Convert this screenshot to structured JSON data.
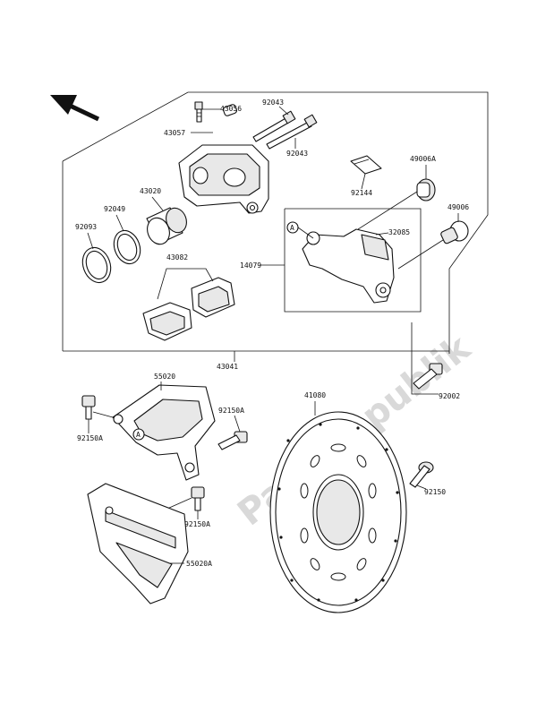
{
  "watermark": "PartsRepublik",
  "callouts": {
    "c43056": "43056",
    "c43057": "43057",
    "c92043a": "92043",
    "c92043b": "92043",
    "c43020": "43020",
    "c92049": "92049",
    "c92093": "92093",
    "c92144": "92144",
    "c49006a": "49006A",
    "c49006": "49006",
    "c32085": "32085",
    "c14079": "14079",
    "c43082": "43082",
    "c43041": "43041",
    "c55020": "55020",
    "c41080": "41080",
    "c92150a1": "92150A",
    "c92150a2": "92150A",
    "c92150a3": "92150A",
    "c92150": "92150",
    "c92002": "92002",
    "c55020a": "55020A",
    "marker": "A"
  },
  "icons": [
    "front-direction-arrow-icon"
  ]
}
